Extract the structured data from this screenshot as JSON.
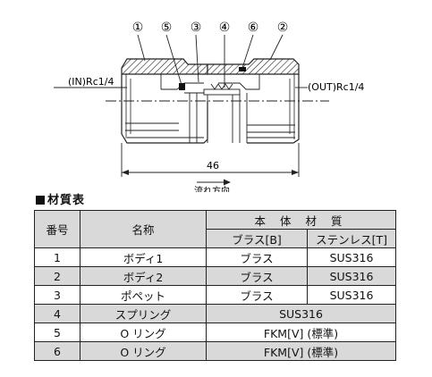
{
  "diagram": {
    "callouts": [
      "①",
      "⑤",
      "③",
      "④",
      "⑥",
      "②"
    ],
    "in_port_label": "(IN)Rc1/4",
    "out_port_label": "(OUT)Rc1/4",
    "dimension_value": "46",
    "flow_label": "流れ方向"
  },
  "table": {
    "section_title": "材質表",
    "header": {
      "number": "番号",
      "name": "名称",
      "material_group": "本 体 材 質",
      "brass": "ブラス[B]",
      "stainless": "ステンレス[T]"
    },
    "rows": [
      {
        "no": "1",
        "name": "ボディ1",
        "brass": "ブラス",
        "stainless": "SUS316"
      },
      {
        "no": "2",
        "name": "ボディ2",
        "brass": "ブラス",
        "stainless": "SUS316"
      },
      {
        "no": "3",
        "name": "ポペット",
        "brass": "ブラス",
        "stainless": "SUS316"
      },
      {
        "no": "4",
        "name": "スプリング",
        "material": "SUS316"
      },
      {
        "no": "5",
        "name": "O リング",
        "material": "FKM[V] (標準)"
      },
      {
        "no": "6",
        "name": "O リング",
        "material": "FKM[V] (標準)"
      }
    ]
  }
}
